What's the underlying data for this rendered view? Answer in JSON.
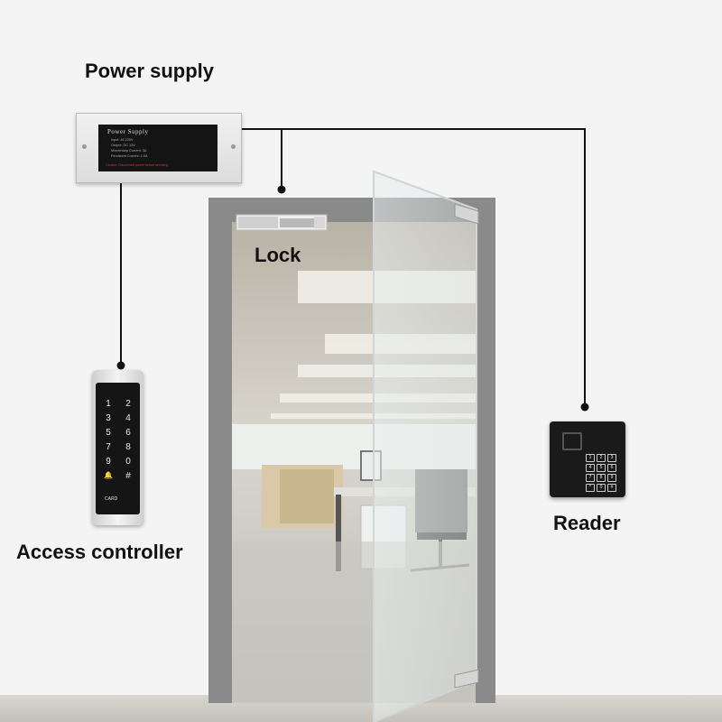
{
  "labels": {
    "power_supply": "Power supply",
    "lock": "Lock",
    "access_controller": "Access controller",
    "reader": "Reader"
  },
  "power_supply_device": {
    "title": "Power Supply",
    "specs": [
      "Input: AC220V",
      "Output: DC 12V",
      "Momentary Current: 3A",
      "Persistent Current: 1.5A"
    ],
    "warning": "Caution: Disconnect power before servicing"
  },
  "access_controller_device": {
    "keys": [
      "1",
      "2",
      "3",
      "4",
      "5",
      "6",
      "7",
      "8",
      "9",
      "0",
      "🔔",
      "#"
    ],
    "card_label": "CARD"
  },
  "reader_device": {
    "keys": [
      "1",
      "2",
      "3",
      "4",
      "5",
      "6",
      "7",
      "8",
      "9",
      "*",
      "0",
      "#"
    ]
  },
  "colors": {
    "wire": "#111111",
    "door_frame": "#8a8a8a",
    "wall": "#f4f4f4",
    "floor": "#cfcdc6"
  }
}
